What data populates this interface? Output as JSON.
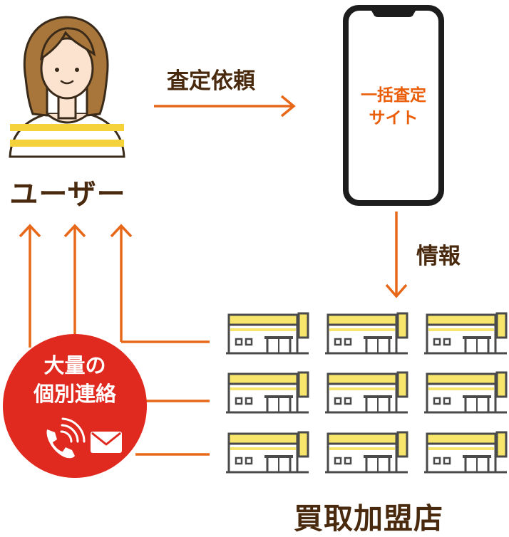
{
  "user": {
    "label": "ユーザー"
  },
  "request": {
    "label": "査定依頼"
  },
  "site": {
    "line1": "一括査定",
    "line2": "サイト"
  },
  "info": {
    "label": "情報"
  },
  "contact": {
    "line1": "大量の",
    "line2": "個別連絡"
  },
  "stores": {
    "label": "買取加盟店",
    "grid": {
      "rows": 3,
      "cols": 3
    }
  },
  "colors": {
    "arrow": "#e8681a",
    "text_dark": "#4a2a0e",
    "site_text": "#ea5d09",
    "badge": "#e02a1f",
    "stripe_yellow": "#f6d23a",
    "hair": "#a8763a",
    "store_outline": "#4a4a4a",
    "store_accent": "#f7e66b"
  },
  "icons": [
    "phone-icon",
    "mail-icon"
  ]
}
